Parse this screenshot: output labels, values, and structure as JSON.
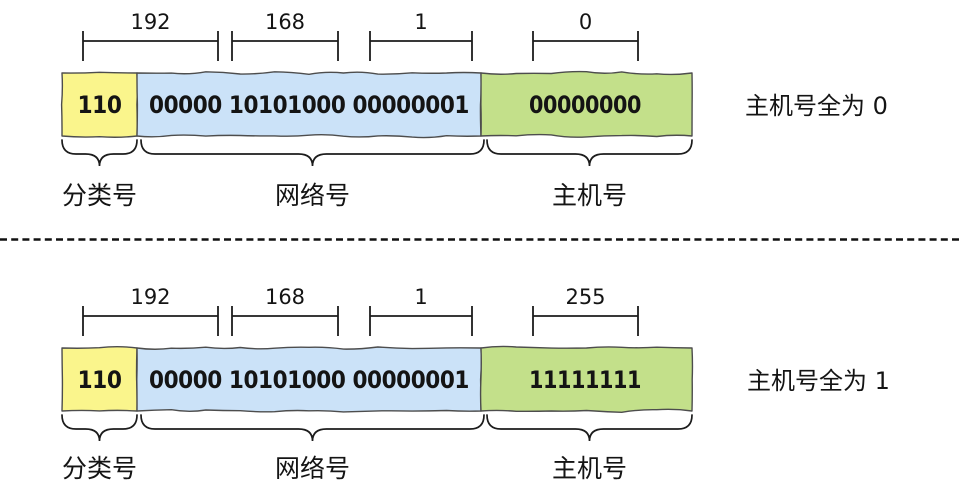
{
  "colors": {
    "class_field": "#FAF58C",
    "network_field": "#CBE2F8",
    "host_field": "#C3E08A"
  },
  "sections": [
    {
      "rulers": [
        {
          "value": "192"
        },
        {
          "value": "168"
        },
        {
          "value": "1"
        },
        {
          "value": "0"
        }
      ],
      "fields": [
        {
          "name": "class",
          "bits": "110"
        },
        {
          "name": "network",
          "bits": "00000 10101000 00000001"
        },
        {
          "name": "host",
          "bits": "00000000"
        }
      ],
      "annotation": "主机号全为 0",
      "braces": [
        {
          "label": "分类号"
        },
        {
          "label": "网络号"
        },
        {
          "label": "主机号"
        }
      ]
    },
    {
      "rulers": [
        {
          "value": "192"
        },
        {
          "value": "168"
        },
        {
          "value": "1"
        },
        {
          "value": "255"
        }
      ],
      "fields": [
        {
          "name": "class",
          "bits": "110"
        },
        {
          "name": "network",
          "bits": "00000 10101000 00000001"
        },
        {
          "name": "host",
          "bits": "11111111"
        }
      ],
      "annotation": "主机号全为 1",
      "braces": [
        {
          "label": "分类号"
        },
        {
          "label": "网络号"
        },
        {
          "label": "主机号"
        }
      ]
    }
  ]
}
